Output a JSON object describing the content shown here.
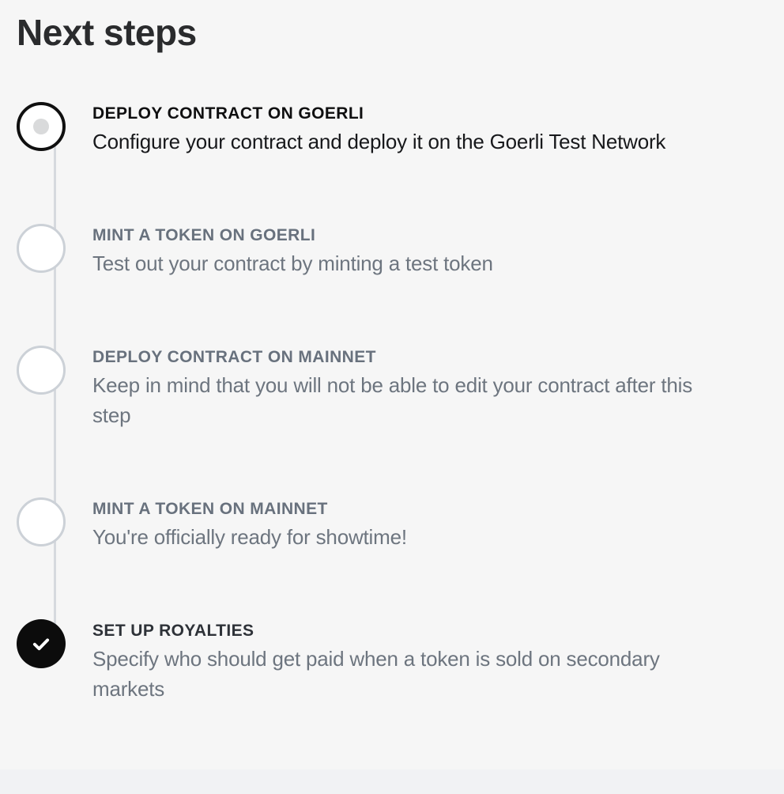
{
  "header": {
    "title": "Next steps"
  },
  "steps": [
    {
      "title": "DEPLOY CONTRACT ON GOERLI",
      "description": "Configure your contract and deploy it on the Goerli Test Network",
      "status": "active"
    },
    {
      "title": "MINT A TOKEN ON GOERLI",
      "description": "Test out your contract by minting a test token",
      "status": "pending"
    },
    {
      "title": "DEPLOY CONTRACT ON MAINNET",
      "description": "Keep in mind that you will not be able to edit your contract after this step",
      "status": "pending"
    },
    {
      "title": "MINT A TOKEN ON MAINNET",
      "description": "You're officially ready for showtime!",
      "status": "pending"
    },
    {
      "title": "SET UP ROYALTIES",
      "description": "Specify who should get paid when a token is sold on secondary markets",
      "status": "completed"
    }
  ],
  "colors": {
    "background": "#f6f6f6",
    "footer_strip": "#f1f2f4",
    "active_step": "#101010",
    "pending_step_border": "#ccd1d7",
    "completed_step_fill": "#0c0c0c",
    "inactive_text": "#68717d",
    "connector_line": "#d6d9de"
  }
}
